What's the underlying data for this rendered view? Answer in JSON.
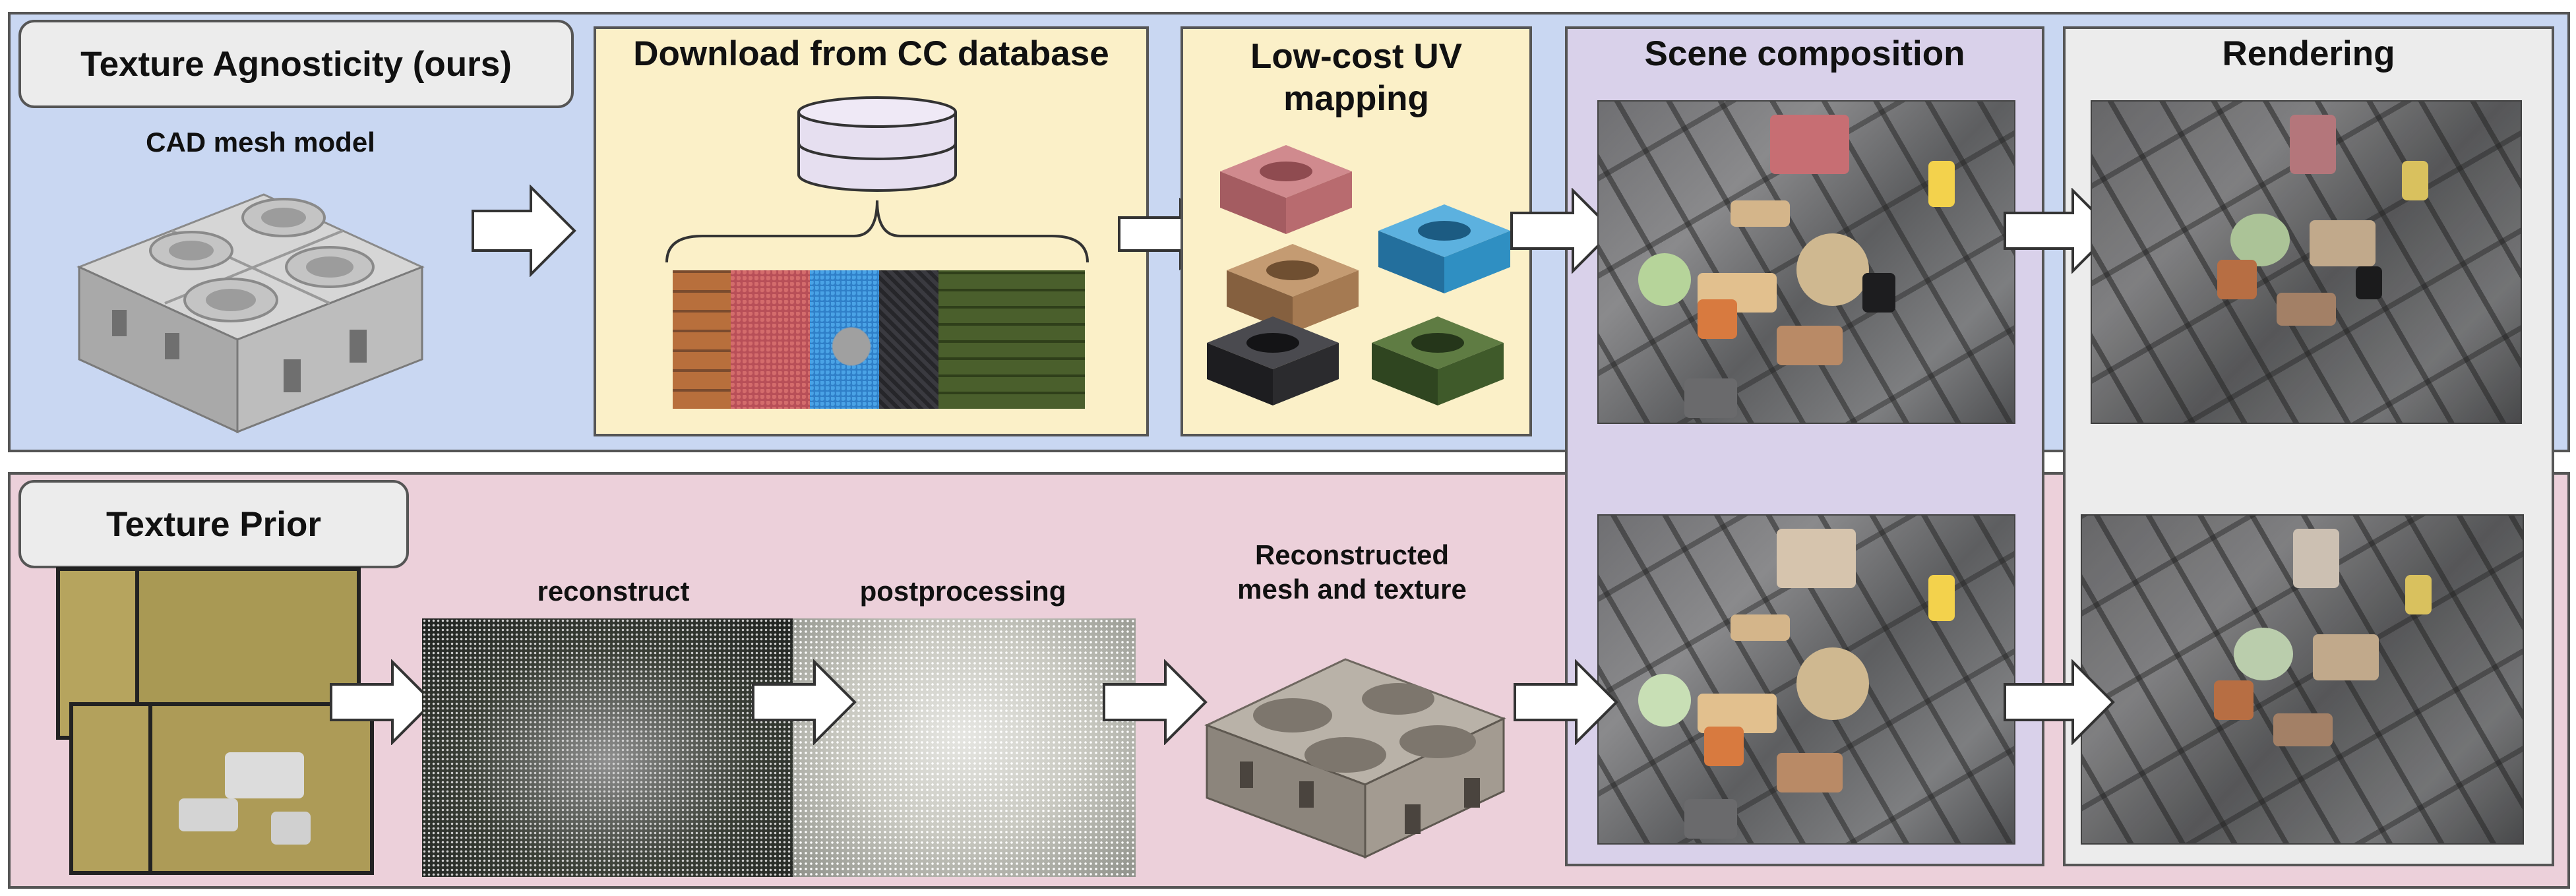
{
  "top": {
    "tag": "Texture Agnosticity (ours)",
    "mesh_label": "CAD mesh model",
    "download_title": "Download from CC database",
    "uv_title_line1": "Low-cost UV",
    "uv_title_line2": "mapping"
  },
  "bottom": {
    "tag": "Texture Prior",
    "reconstruct_label": "reconstruct",
    "postprocessing_label": "postprocessing",
    "reconstructed_line1": "Reconstructed",
    "reconstructed_line2": "mesh and texture"
  },
  "columns": {
    "scene": "Scene composition",
    "rendering": "Rendering"
  },
  "colors": {
    "top_band": "#c9d7f2",
    "bottom_band": "#ecd0da",
    "scene_column": "#d9d1ea",
    "render_column": "#ececec",
    "download_panel": "#fbf0c8"
  },
  "texture_swatches": [
    "brick",
    "red-speckle",
    "blue-worn",
    "dark-fabric",
    "moss-planks"
  ],
  "uv_block_colors": [
    "#b86b6f",
    "#2f8fc2",
    "#a57a52",
    "#2b2b2e",
    "#3f5a2a"
  ]
}
